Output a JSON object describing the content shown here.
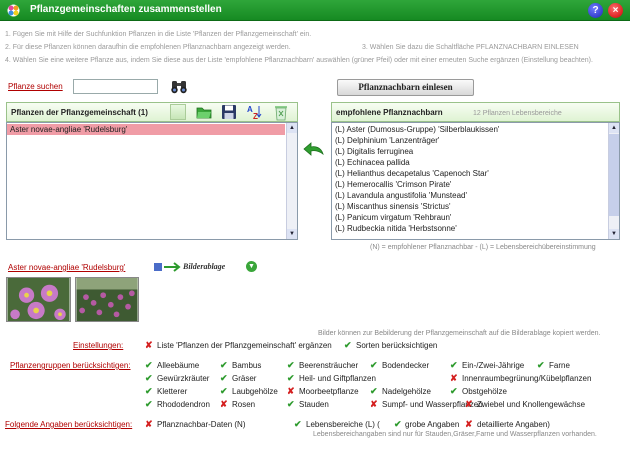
{
  "window": {
    "title": "Pflanzgemeinschaften zusammenstellen",
    "help_label": "?",
    "close_label": "×"
  },
  "instructions": {
    "line1": "1. Fügen Sie mit Hilfe der Suchfunktion Pflanzen in die Liste 'Pflanzen der Pflanzgemeinschaft' ein.",
    "line2": "2. Für diese Pflanzen können daraufhin die empfohlenen Pflanznachbarn angezeigt werden.",
    "line3": "3. Wählen Sie dazu die Schaltfläche PFLANZNACHBARN EINLESEN",
    "line4": "4. Wählen Sie eine weitere Pflanze aus, indem Sie diese aus der Liste 'empfohlene Pflanznachbarn' auswählen (grüner Pfeil) oder mit einer erneuten Suche ergänzen (Einstellung beachten)."
  },
  "search": {
    "label": "Pflanze suchen",
    "value": "",
    "placeholder": ""
  },
  "read_neighbors_button": "Pflanznachbarn einlesen",
  "left_panel": {
    "title": "Pflanzen der Pflanzgemeinschaft (1)",
    "items": [
      "Aster novae-angliae 'Rudelsburg'"
    ]
  },
  "right_panel": {
    "title": "empfohlene Pflanznachbarn",
    "count_label": "12 Pflanzen Lebensbereiche",
    "items": [
      "(L) Aster (Dumosus-Gruppe) 'Silberblaukissen'",
      "(L) Delphinium 'Lanzenträger'",
      "(L) Digitalis ferruginea",
      "(L) Echinacea pallida",
      "(L) Helianthus decapetalus 'Capenoch Star'",
      "(L) Hemerocallis 'Crimson Pirate'",
      "(L) Lavandula angustifolia 'Munstead'",
      "(L) Miscanthus sinensis 'Strictus'",
      "(L) Panicum virgatum 'Rehbraun'",
      "(L) Rudbeckia nitida 'Herbstsonne'"
    ],
    "legend": "(N) = empfohlener Pflanznachbar - (L) = Lebensbereichübereinstimmung"
  },
  "plant_link": "Aster novae-angliae 'Rudelsburg'",
  "bilderablage_label": "Bilderablage",
  "bilder_hint": "Bilder können zur Bebilderung der Pflanzgemeinschaft auf die Bilderablage kopiert werden.",
  "settings": {
    "label": "Einstellungen:",
    "opt1": {
      "text": "Liste 'Pflanzen der Pflanzgemeinschaft' ergänzen",
      "on": false
    },
    "opt2": {
      "text": "Sorten berücksichtigen",
      "on": true
    }
  },
  "groups": {
    "label": "Pflanzengruppen berücksichtigen:",
    "rows": [
      [
        {
          "text": "Alleebäume",
          "on": true
        },
        {
          "text": "Bambus",
          "on": true
        },
        {
          "text": "Beerensträucher",
          "on": true
        },
        {
          "text": "Bodendecker",
          "on": true
        },
        {
          "text": "Ein-/Zwei-Jährige",
          "on": true
        },
        {
          "text": "Farne",
          "on": true
        }
      ],
      [
        {
          "text": "Gewürzkräuter",
          "on": true
        },
        {
          "text": "Gräser",
          "on": true
        },
        {
          "text": "Heil- und Giftpflanzen",
          "on": true
        },
        {
          "text": "Innenraumbegrünung/Kübelpflanzen",
          "on": false
        }
      ],
      [
        {
          "text": "Kletterer",
          "on": true
        },
        {
          "text": "Laubgehölze",
          "on": true
        },
        {
          "text": "Moorbeetpflanze",
          "on": false
        },
        {
          "text": "Nadelgehölze",
          "on": true
        },
        {
          "text": "Obstgehölze",
          "on": true
        }
      ],
      [
        {
          "text": "Rhododendron",
          "on": true
        },
        {
          "text": "Rosen",
          "on": false
        },
        {
          "text": "Stauden",
          "on": true
        },
        {
          "text": "Sumpf- und Wasserpflanzen",
          "on": false
        },
        {
          "text": "Zwiebel und Knollengewächse",
          "on": false
        }
      ]
    ]
  },
  "following": {
    "label": "Folgende Angaben berücksichtigen:",
    "opt1": {
      "text": "Pflanznachbar-Daten (N)",
      "on": false
    },
    "opt2": {
      "text": "Lebensbereiche (L)  (",
      "on": true
    },
    "opt3": {
      "text": "grobe Angaben",
      "on": true
    },
    "opt4": {
      "text": "detaillierte Angaben)",
      "on": false
    },
    "note": "Lebensbereichangaben sind nur für Stauden,Gräser,Farne und Wasserpflanzen vorhanden."
  },
  "colors": {
    "titlebar": "#168a22",
    "selected_row": "#f09ca6",
    "link": "#b00000",
    "check": "#2e9b2e",
    "cross": "#d42020"
  }
}
